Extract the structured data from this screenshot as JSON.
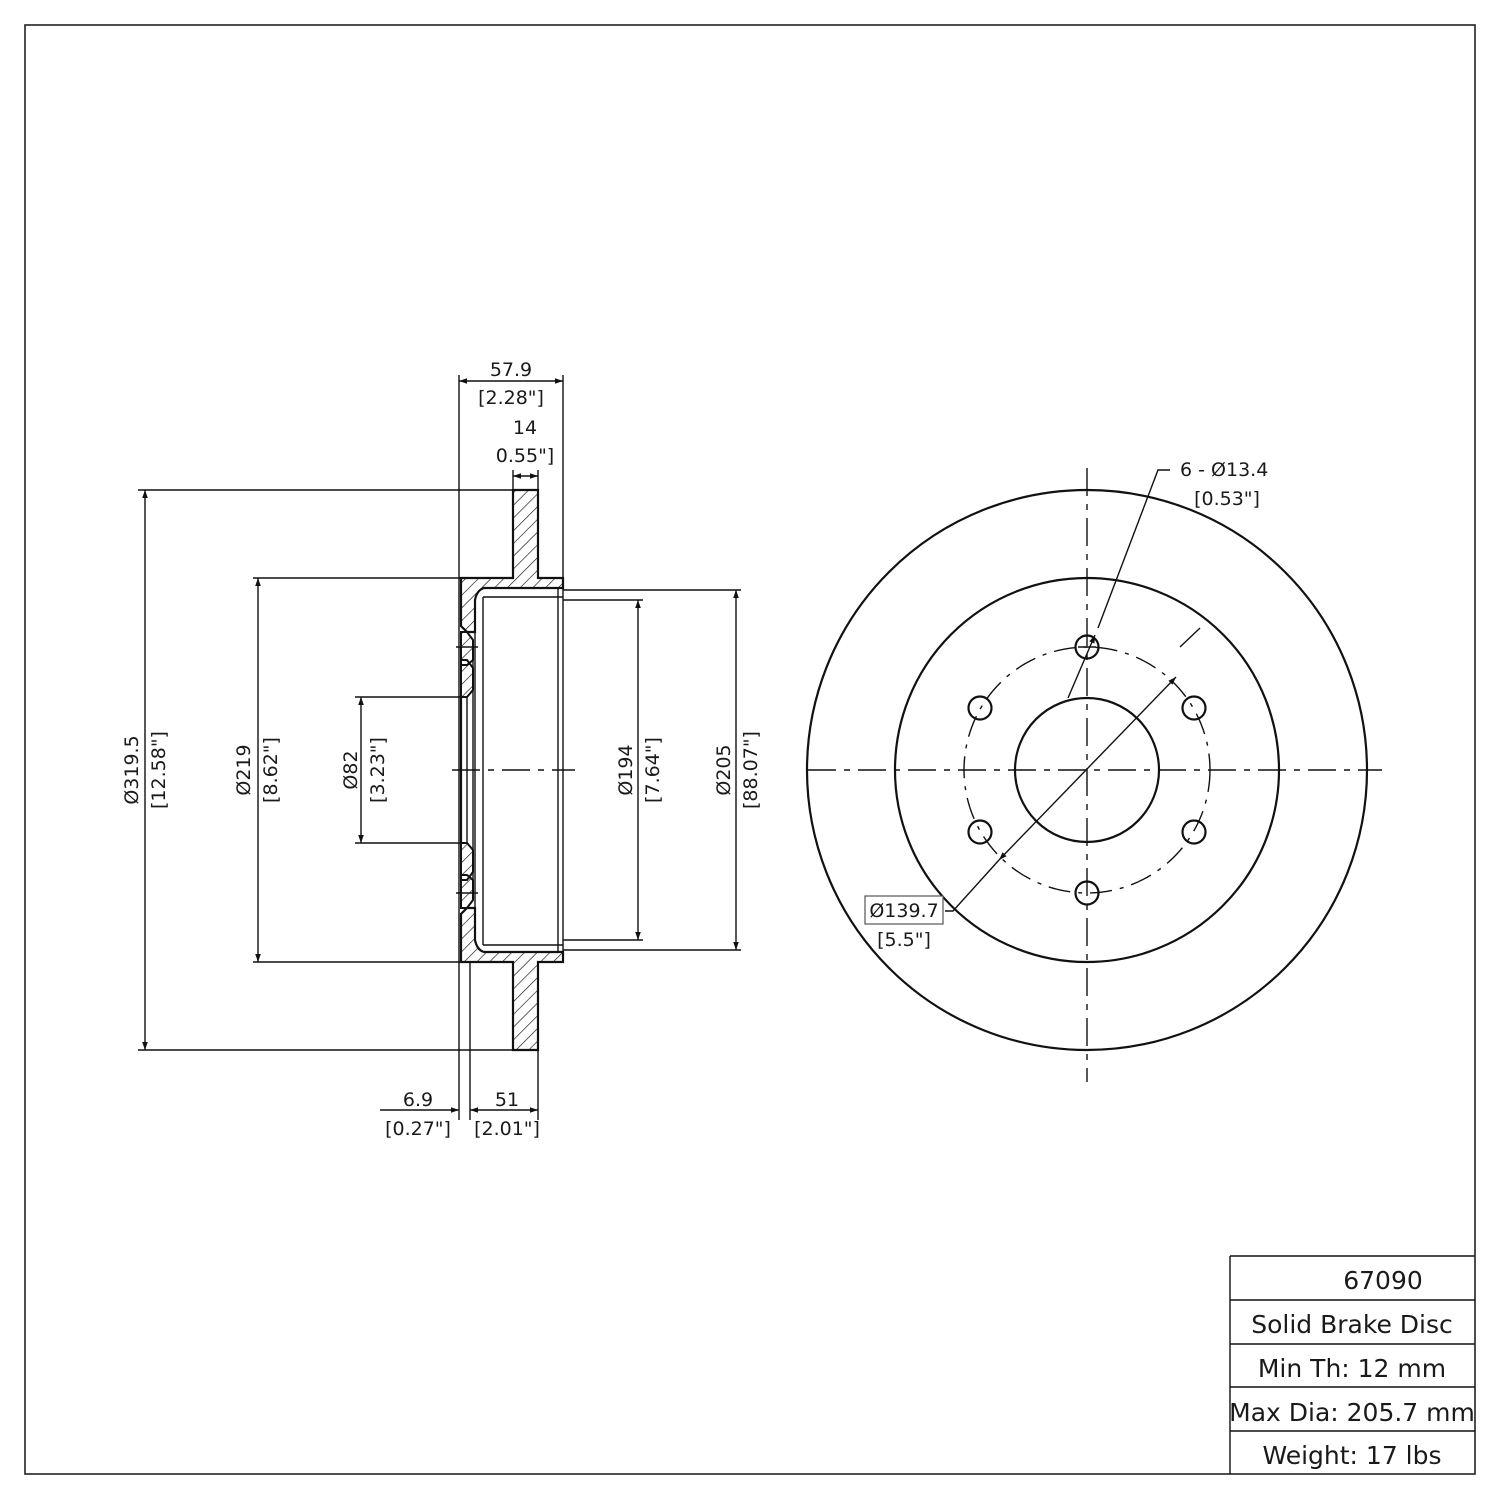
{
  "drawing": {
    "part_number": "67090",
    "description": "Solid Brake Disc",
    "min_thickness": "Min Th: 12 mm",
    "max_diameter": "Max Dia: 205.7 mm",
    "weight": "Weight: 17 lbs"
  },
  "side_view": {
    "overall_height": {
      "mm": "57.9",
      "in": "[2.28\"]"
    },
    "rotor_thickness": {
      "mm": "14",
      "in": "0.55\"]"
    },
    "outer_diameter": {
      "mm": "Ø319.5",
      "in": "[12.58\"]"
    },
    "hat_diameter": {
      "mm": "Ø219",
      "in": "[8.62\"]"
    },
    "center_bore": {
      "mm": "Ø82",
      "in": "[3.23\"]"
    },
    "inner_hat_diameter": {
      "mm": "Ø194",
      "in": "[7.64\"]"
    },
    "max_inner_diameter": {
      "mm": "Ø205",
      "in": "[88.07\"]"
    },
    "hat_face_thickness": {
      "mm": "6.9",
      "in": "[0.27\"]"
    },
    "offset": {
      "mm": "51",
      "in": "[2.01\"]"
    }
  },
  "front_view": {
    "bolt_holes": {
      "mm": "6 - Ø13.4",
      "in": "[0.53\"]"
    },
    "bolt_circle": {
      "mm": "Ø139.7",
      "in": "[5.5\"]"
    }
  },
  "colors": {
    "line": "#111111",
    "background": "#ffffff"
  }
}
